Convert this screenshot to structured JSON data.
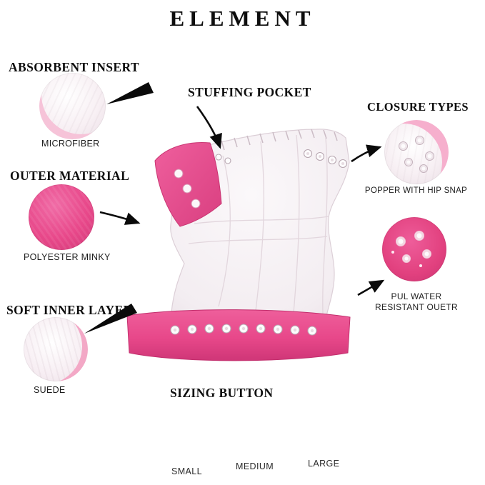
{
  "title": "ELEMENT",
  "labels": {
    "absorbent_insert": "ABSORBENT INSERT",
    "microfiber": "MICROFIBER",
    "stuffing_pocket": "STUFFING POCKET",
    "closure_types": "CLOSURE TYPES",
    "popper_with_hip_snap": "POPPER WITH HIP SNAP",
    "outer_material": "OUTER MATERIAL",
    "polyester_minky": "POLYESTER MINKY",
    "pul_outer": "PUL WATER RESISTANT OUETR",
    "soft_inner_layer": "SOFT INNER LAYER",
    "suede": "SUEDE",
    "sizing_button": "SIZING BUTTON"
  },
  "sizes": [
    "SMALL",
    "MEDIUM",
    "LARGE"
  ],
  "colors": {
    "pink": "#e8488a",
    "pink_dark": "#cf3677",
    "fabric_white": "#f6f1f4",
    "arrow_black": "#0a0a0a"
  }
}
